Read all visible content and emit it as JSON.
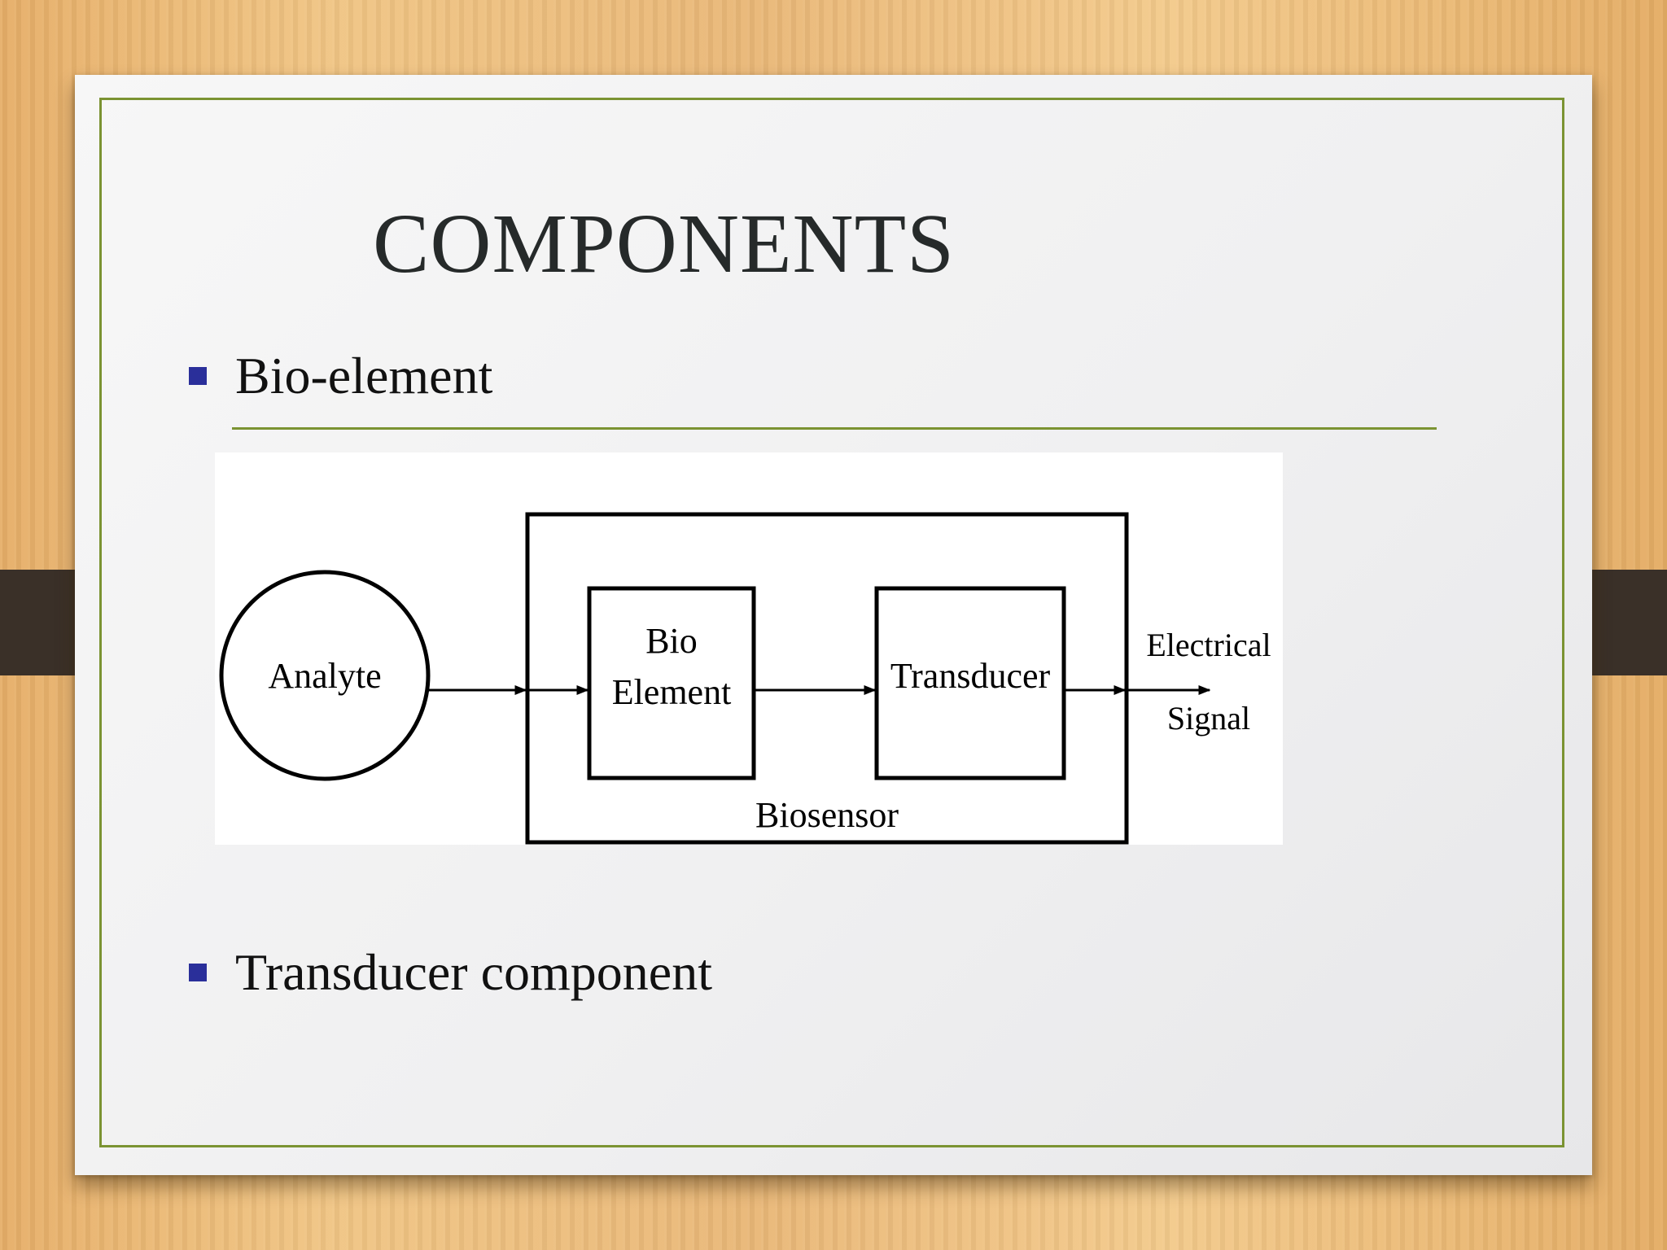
{
  "slide": {
    "title": "COMPONENTS",
    "bullets": [
      "Bio-element",
      "Transducer component"
    ]
  },
  "diagram": {
    "nodes": {
      "analyte": "Analyte",
      "bio_element_line1": "Bio",
      "bio_element_line2": "Element",
      "transducer": "Transducer",
      "container": "Biosensor"
    },
    "output": {
      "line1": "Electrical",
      "line2": "Signal"
    }
  },
  "colors": {
    "frame": "#7b9332",
    "bullet": "#2a2f9a",
    "title": "#262a2a"
  }
}
